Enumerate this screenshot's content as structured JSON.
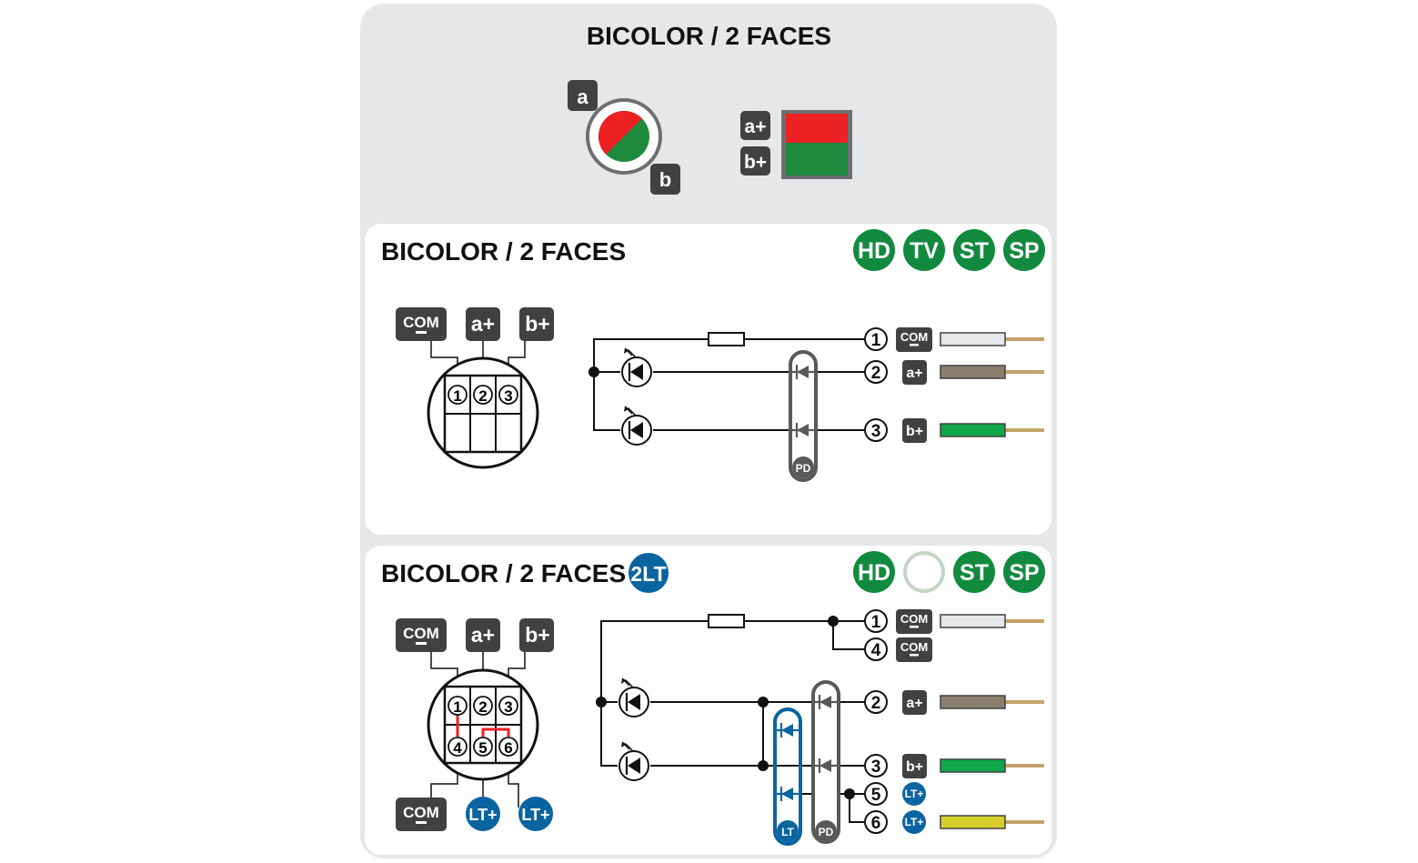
{
  "top": {
    "title": "BICOLOR / 2 FACES",
    "marker_a": "a",
    "marker_b": "b",
    "tag_a": "a+",
    "tag_b": "b+"
  },
  "panel1": {
    "title": "BICOLOR / 2 FACES",
    "badges": [
      "HD",
      "TV",
      "ST",
      "SP"
    ],
    "connector": {
      "com": "COM",
      "a": "a+",
      "b": "b+",
      "pins": [
        "1",
        "2",
        "3"
      ]
    },
    "pins": [
      "1",
      "2",
      "3"
    ],
    "pin_tags": [
      "COM",
      "a+",
      "b+"
    ],
    "pd": "PD"
  },
  "panel2": {
    "title": "BICOLOR / 2 FACES",
    "tag": "2LT",
    "badges": [
      "HD",
      "",
      "ST",
      "SP"
    ],
    "connector": {
      "com_top": "COM",
      "a": "a+",
      "b": "b+",
      "com_bottom": "COM",
      "lt1": "LT+",
      "lt2": "LT+",
      "pins": [
        "1",
        "2",
        "3",
        "4",
        "5",
        "6"
      ]
    },
    "pins": [
      "1",
      "4",
      "2",
      "3",
      "5",
      "6"
    ],
    "pin_tags": [
      "COM",
      "COM",
      "a+",
      "b+",
      "LT+",
      "LT+"
    ],
    "lt": "LT",
    "pd": "PD"
  },
  "colors": {
    "card": "#e6e7e8",
    "dark": "#414042",
    "red": "#ed2024",
    "green": "#1e8a3e",
    "badge_green": "#118a3f",
    "blue": "#0a64a0",
    "wire_white": "#e6e7e8",
    "wire_brown": "#8c7e6e",
    "wire_green": "#0fa74a",
    "wire_yellow": "#d9cf2c",
    "copper": "#c3a468"
  }
}
